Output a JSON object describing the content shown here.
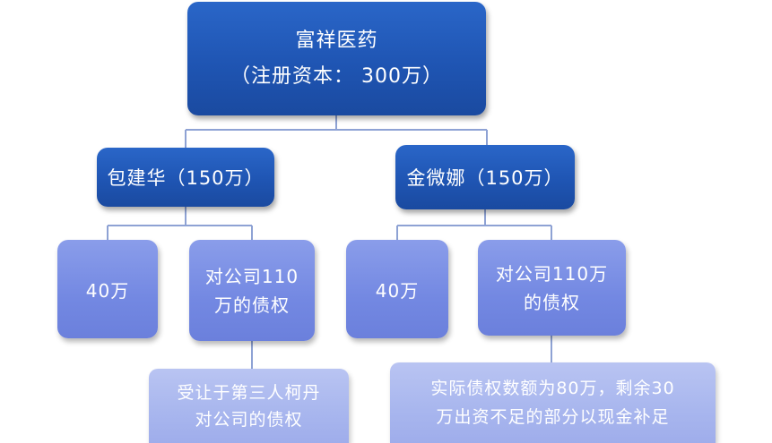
{
  "root": {
    "name": "富祥医药",
    "capital": "（注册资本： 300万）"
  },
  "shareholders": [
    {
      "label": "包建华（150万）",
      "cash": "40万",
      "debt_line1": "对公司110",
      "debt_line2": "万的债权",
      "note_line1": "受让于第三人柯丹",
      "note_line2": "对公司的债权"
    },
    {
      "label": "金微娜（150万）",
      "cash": "40万",
      "debt_line1": "对公司110万",
      "debt_line2": "的债权",
      "note_line1": "实际债权数额为80万，剩余30",
      "note_line2": "万出资不足的部分以现金补足"
    }
  ],
  "colors": {
    "dark_box": "#1f55b3",
    "light_box": "#7388e2",
    "pale_box": "#a8b6ee",
    "connector": "#8ea2d4"
  }
}
